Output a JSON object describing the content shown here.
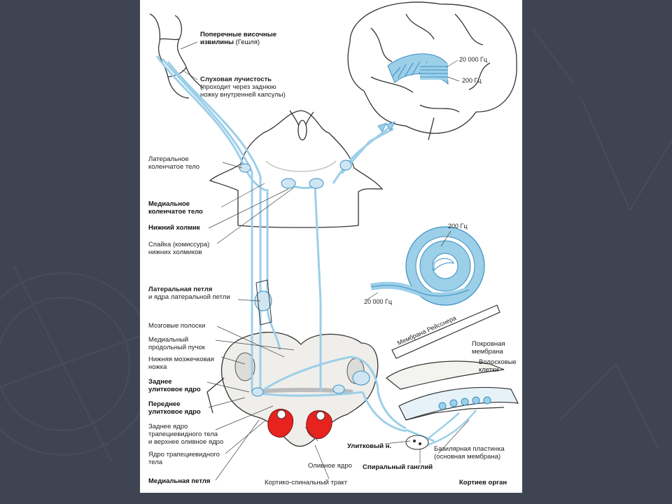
{
  "diagram": {
    "labels_left": {
      "transverse_gyri_1": "Поперечные височные",
      "transverse_gyri_2": "извилины",
      "transverse_gyri_3": "(Гешля)",
      "auditory_radiation_1": "Слуховая лучистость",
      "auditory_radiation_2": "(проходит через заднюю",
      "auditory_radiation_3": "ножку внутренней капсулы)",
      "lateral_geniculate_1": "Латеральное",
      "lateral_geniculate_2": "коленчатое тело",
      "medial_geniculate_1": "Медиальное",
      "medial_geniculate_2": "коленчатое тело",
      "inferior_colliculus": "Нижний холмик",
      "commissure_1": "Спайка (комиссура)",
      "commissure_2": "нижних холмиков",
      "lateral_lemniscus_1": "Латеральная петля",
      "lateral_lemniscus_2": "и ядра латеральной петли",
      "medullary_striae": "Мозговые полоски",
      "mlf_1": "Медиальный",
      "mlf_2": "продольный пучок",
      "inferior_peduncle_1": "Нижняя мозжечковая",
      "inferior_peduncle_2": "ножка",
      "dorsal_cochlear_1": "Заднее",
      "dorsal_cochlear_2": "улитковое ядро",
      "ventral_cochlear_1": "Переднее",
      "ventral_cochlear_2": "улитковое ядро",
      "trapezoid_1": "Заднее ядро",
      "trapezoid_2": "трапециевидного тела",
      "trapezoid_3": "и верхнее оливное ядро",
      "trapezoid_nucleus_1": "Ядро трапециевидного",
      "trapezoid_nucleus_2": "тела",
      "medial_lemniscus": "Медиальная петля"
    },
    "labels_bottom": {
      "olive": "Оливное ядро",
      "corticospinal": "Кортико-спинальный тракт",
      "cochlear_nerve": "Улитковый н.",
      "spiral_ganglion": "Спиральный ганглий",
      "organ_corti": "Кортиев орган"
    },
    "labels_right": {
      "reissner": "Мембрана Рейсснера",
      "tectorial_1": "Покровная",
      "tectorial_2": "мембрана",
      "hair_cells_1": "Волосковые",
      "hair_cells_2": "клетки",
      "basilar_1": "Базилярная пластинка",
      "basilar_2": "(основная мембрана)"
    },
    "frequencies": {
      "brain_high": "20 000 Гц",
      "brain_low": "200 Гц",
      "cochlea_low": "200 Гц",
      "cochlea_high": "20 000 Гц"
    },
    "colors": {
      "pathway": "#9ccfe8",
      "pathway_dark": "#3b8fc4",
      "red_nucleus": "#e8231f",
      "gray_matter": "#dcdcd8"
    }
  }
}
